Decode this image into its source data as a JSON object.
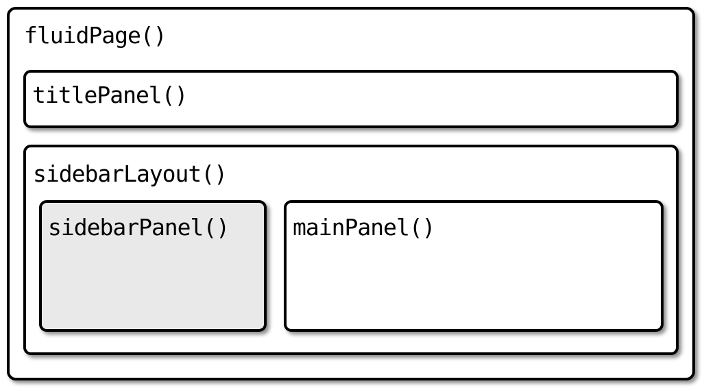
{
  "diagram": {
    "boxes": {
      "fluid_page": {
        "label": "fluidPage()"
      },
      "title_panel": {
        "label": "titlePanel()"
      },
      "sidebar_layout": {
        "label": "sidebarLayout()"
      },
      "sidebar_panel": {
        "label": "sidebarPanel()"
      },
      "main_panel": {
        "label": "mainPanel()"
      }
    },
    "colors": {
      "border": "#000000",
      "panel_background": "#ffffff",
      "sidebar_panel_fill": "#e9e9e9",
      "text": "#000000"
    }
  }
}
